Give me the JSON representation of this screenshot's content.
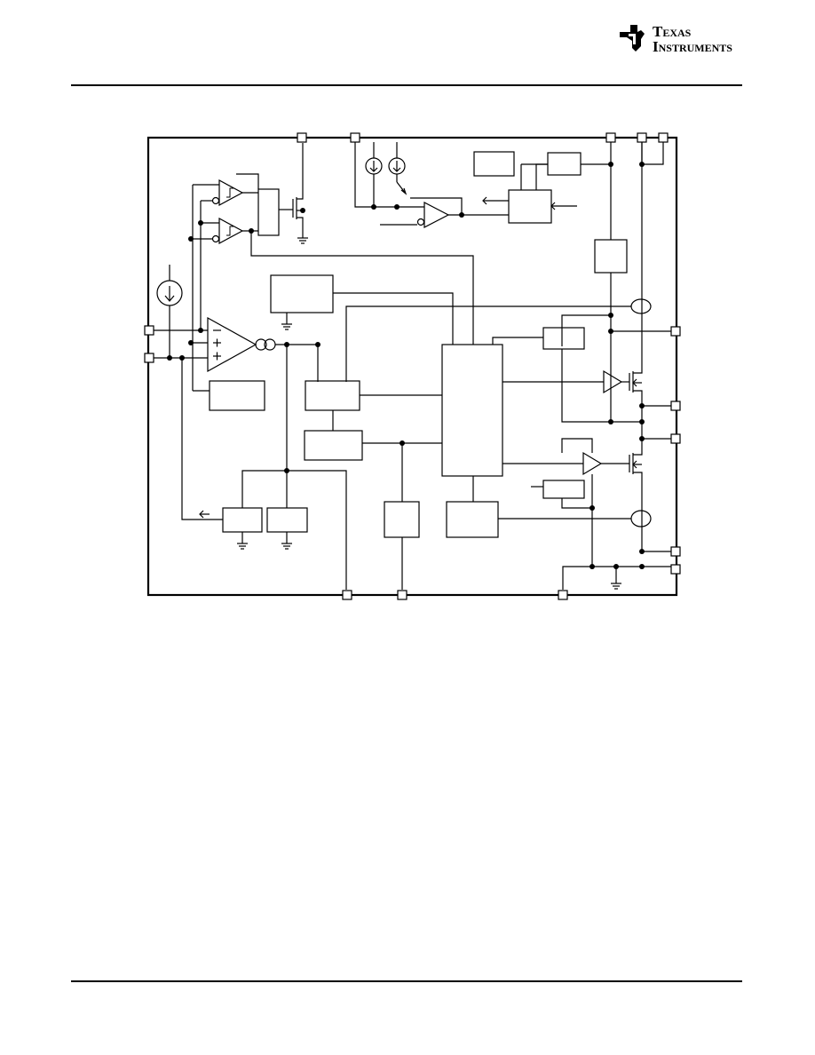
{
  "header": {
    "brand_line1": "Texas",
    "brand_line2": "Instruments",
    "logo_icon": "ti-state-logo-icon"
  },
  "diagram": {
    "type": "functional-block-diagram"
  }
}
